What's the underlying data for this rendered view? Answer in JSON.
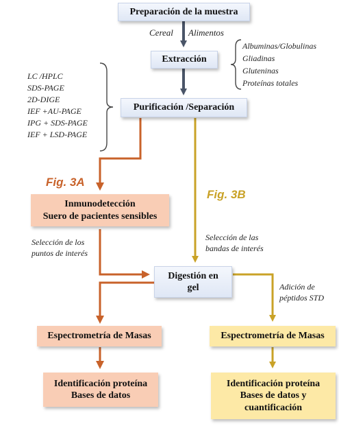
{
  "colors": {
    "orange": "#c8622a",
    "gold": "#c9a227",
    "dark": "#4a5568",
    "bracket": "#444444"
  },
  "boxes": {
    "preparacion": "Preparación de la muestra",
    "extraccion": "Extracción",
    "purificacion": "Purificación /Separación",
    "inmunodeteccion": "Inmunodetección\nSuero de pacientes sensibles",
    "digestion": "Digestión en\ngel",
    "espectrometria_a": "Espectrometría de Masas",
    "espectrometria_b": "Espectrometría de Masas",
    "identificacion_a": "Identificación proteína\nBases de datos",
    "identificacion_b": "Identificación proteína\nBases de datos y\ncuantificación"
  },
  "labels": {
    "cereal": "Cereal",
    "alimentos": "Alimentos",
    "fractions": "Albuminas/Globulinas\nGliadinas\nGluteninas\nProteínas totales",
    "methods": "LC /HPLC\nSDS-PAGE\n2D-DIGE\nIEF +AU-PAGE\nIPG + SDS-PAGE\nIEF + LSD-PAGE",
    "fig3a": "Fig. 3A",
    "fig3b": "Fig. 3B",
    "seleccion_puntos": "Selección de los\npuntos de interés",
    "seleccion_bandas": "Selección de las\nbandas de interés",
    "adicion": "Adición de\npéptidos STD"
  }
}
